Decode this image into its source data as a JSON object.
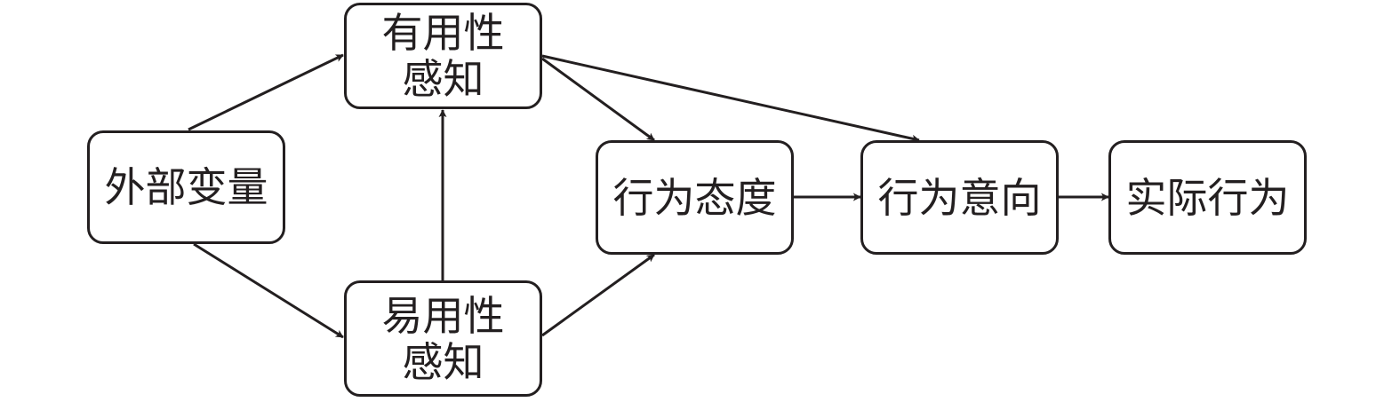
{
  "colors": {
    "stroke": "#231f20",
    "text": "#231f20",
    "background": "#ffffff"
  },
  "nodes": {
    "external_variables": {
      "label": "外部变量"
    },
    "perceived_usefulness": {
      "line1": "有用性",
      "line2": "感知"
    },
    "perceived_ease_of_use": {
      "line1": "易用性",
      "line2": "感知"
    },
    "attitude": {
      "label": "行为态度"
    },
    "intention": {
      "label": "行为意向"
    },
    "actual_behavior": {
      "label": "实际行为"
    }
  },
  "edges": [
    {
      "from": "external_variables",
      "to": "perceived_usefulness"
    },
    {
      "from": "external_variables",
      "to": "perceived_ease_of_use"
    },
    {
      "from": "perceived_ease_of_use",
      "to": "perceived_usefulness"
    },
    {
      "from": "perceived_usefulness",
      "to": "attitude"
    },
    {
      "from": "perceived_usefulness",
      "to": "intention"
    },
    {
      "from": "perceived_ease_of_use",
      "to": "attitude"
    },
    {
      "from": "attitude",
      "to": "intention"
    },
    {
      "from": "intention",
      "to": "actual_behavior"
    }
  ]
}
